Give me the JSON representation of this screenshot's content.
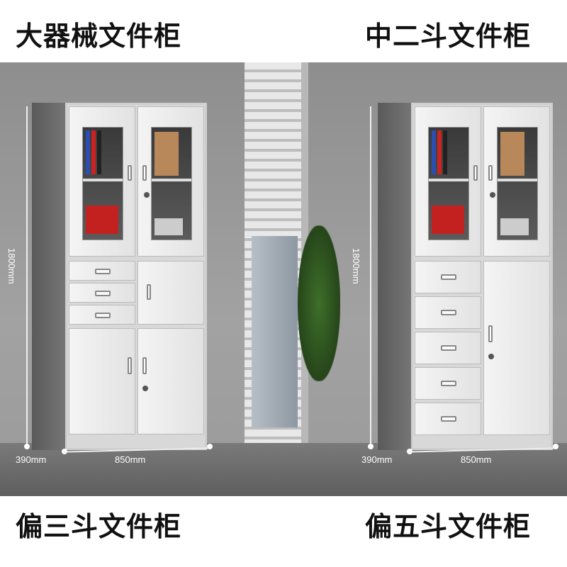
{
  "titles": {
    "top_left": "大器械文件柜",
    "top_right": "中二斗文件柜",
    "bottom_left": "偏三斗文件柜",
    "bottom_right": "偏五斗文件柜"
  },
  "dimensions": {
    "height": "1800mm",
    "depth": "390mm",
    "width": "850mm"
  },
  "colors": {
    "cabinet": "#e8e8e8",
    "wall": "#9a9a9a",
    "title": "#111111"
  }
}
